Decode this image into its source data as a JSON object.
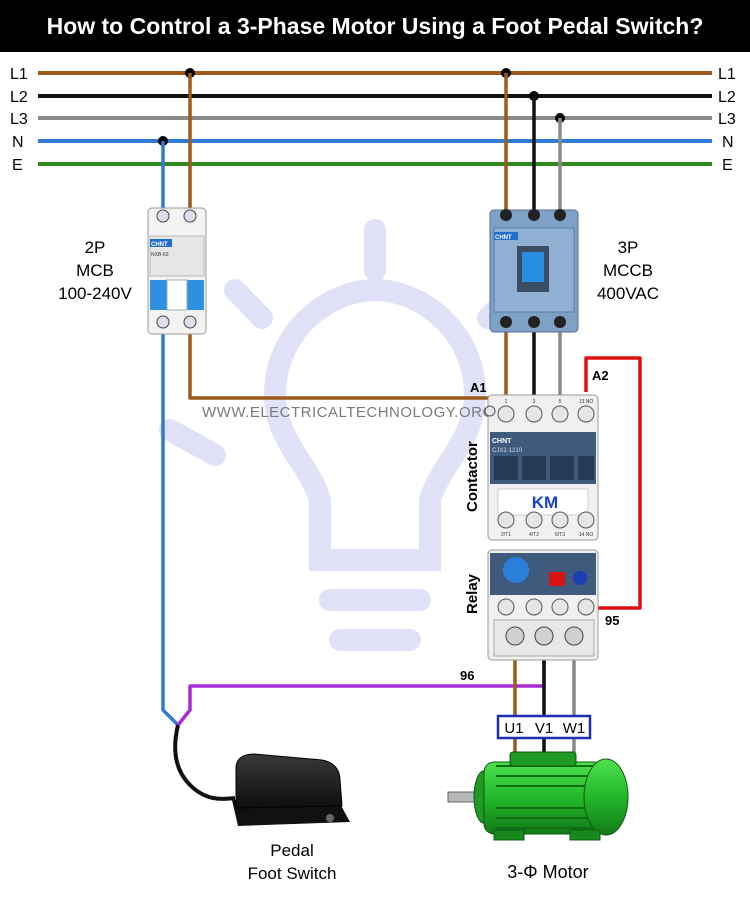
{
  "title": "How to Control a 3-Phase Motor Using a Foot Pedal Switch?",
  "lines": {
    "L1": "L1",
    "L2": "L2",
    "L3": "L3",
    "N": "N",
    "E": "E"
  },
  "colors": {
    "L1": "#9c5a1c",
    "L2": "#111111",
    "L3": "#8a8a8a",
    "N": "#2e7ad6",
    "E": "#2f8a1e",
    "control": "#a82ad6",
    "relay_loop": "#e01010",
    "motor": "#22b82a"
  },
  "mcb": {
    "label_line1": "2P",
    "label_line2": "MCB",
    "label_line3": "100-240V",
    "brand": "CHNT",
    "model": "NXB-63"
  },
  "mccb": {
    "label_line1": "3P",
    "label_line2": "MCCB",
    "label_line3": "400VAC",
    "brand": "CHNT"
  },
  "contactor": {
    "side_label": "Contactor",
    "brand": "CHNT",
    "model": "CJX2-1210",
    "tag": "KM",
    "terminal_a1": "A1",
    "terminal_a2": "A2",
    "bottom_terminals": [
      "2/T1",
      "4/T2",
      "6/T3",
      "14 NO"
    ],
    "top_terminals": [
      "1",
      "3",
      "5",
      "13 NO"
    ]
  },
  "relay": {
    "side_label": "Relay",
    "terminal_95": "95",
    "terminal_96": "96"
  },
  "watermark": "WWW.ELECTRICALTECHNOLOGY.ORG",
  "motor": {
    "terminals": [
      "U1",
      "V1",
      "W1"
    ],
    "label": "3-Φ Motor"
  },
  "pedal": {
    "label_line1": "Pedal",
    "label_line2": "Foot Switch"
  }
}
